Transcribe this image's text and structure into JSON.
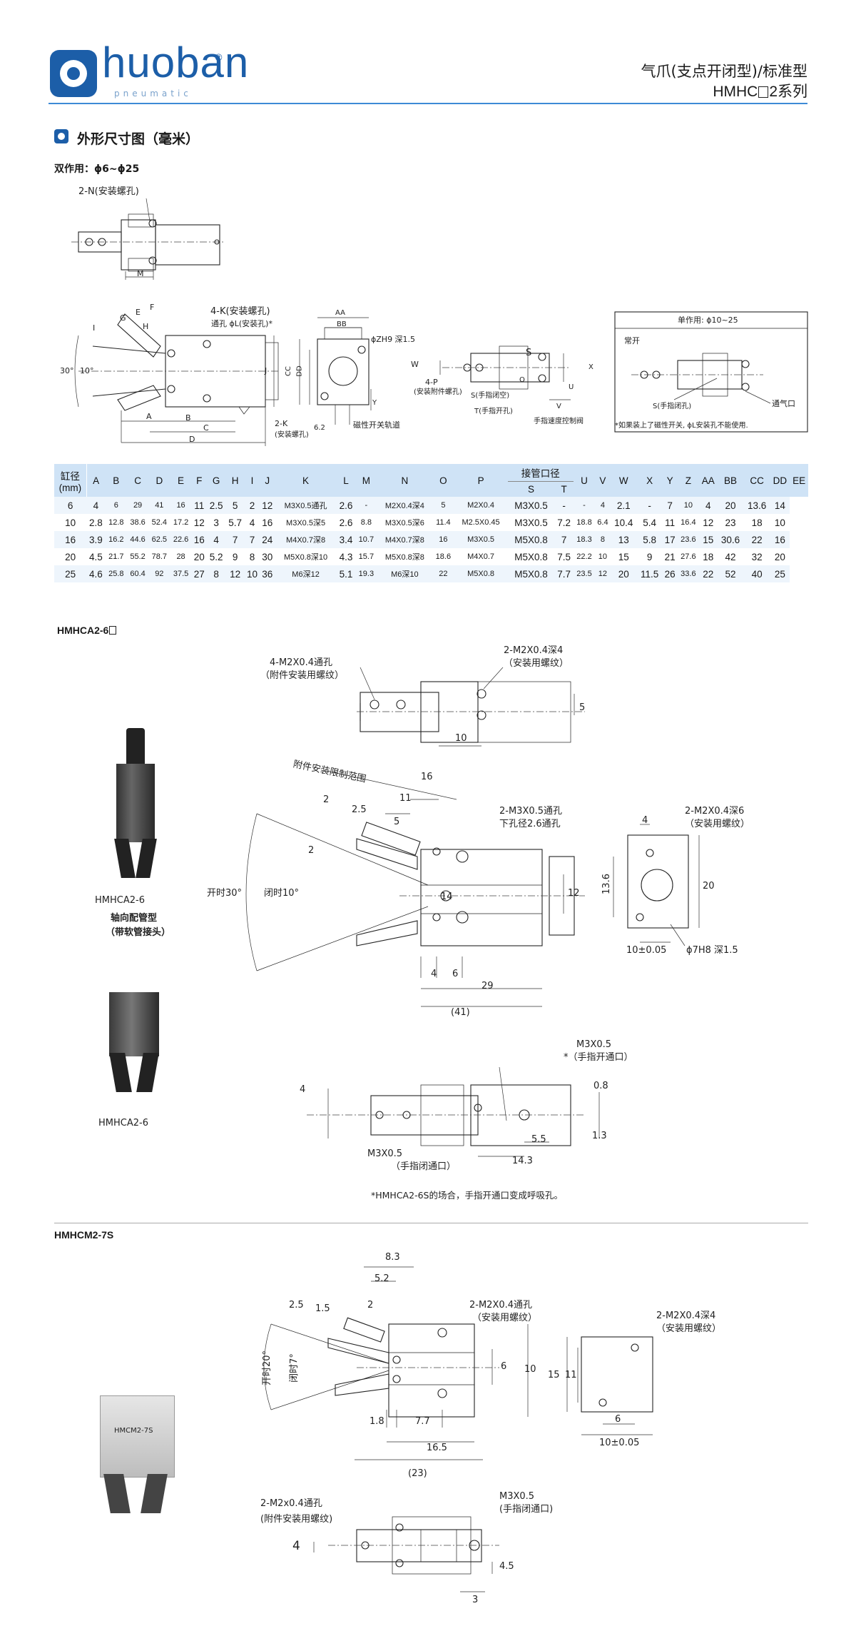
{
  "header": {
    "brand": "huoban",
    "brand_sub": "pneumatic",
    "reg_mark": "®",
    "title": "气爪(支点开闭型)/标准型",
    "series_prefix": "HMHC",
    "series_suffix": "2系列"
  },
  "section": {
    "title": "外形尺寸图（毫米）",
    "double_acting": "双作用：ϕ6~ϕ25"
  },
  "top_drawing": {
    "mount_holes": "2-N(安装螺孔)",
    "m_label": "M",
    "k_holes": "4-K(安装螺孔)",
    "l_holes": "通孔 ϕL(安装孔)*",
    "zh9": "ϕZH9 深1.5",
    "w_label": "W",
    "p_holes": "4-P",
    "p_note": "(安装附件螺孔)",
    "s_label": "S",
    "s_note": "S(手指闭空)",
    "t_note": "T(手指开孔)",
    "speed_valve": "手指速度控制阀",
    "k_left": "2-K",
    "k_left_note": "(安装螺孔)",
    "magnet": "磁性开关轨道",
    "angle_open": "30°",
    "angle_close": "10°",
    "letters": [
      "I",
      "G",
      "E",
      "F",
      "H",
      "A",
      "B",
      "C",
      "D",
      "J",
      "AA",
      "BB",
      "CC",
      "DD",
      "Y",
      "O",
      "U",
      "V",
      "X",
      "6.2"
    ],
    "single_act": "单作用: ϕ10~25",
    "normally_open": "常开",
    "s_close_hole": "S(手指闭孔)",
    "vent": "通气口",
    "note": "*如果装上了磁性开关, ϕL安装孔不能使用."
  },
  "table": {
    "bore_label": "缸径",
    "bore_unit": "(mm)",
    "port_label": "接管口径",
    "columns": [
      "A",
      "B",
      "C",
      "D",
      "E",
      "F",
      "G",
      "H",
      "I",
      "J",
      "K",
      "L",
      "M",
      "N",
      "O",
      "P",
      "S",
      "T",
      "U",
      "V",
      "W",
      "X",
      "Y",
      "Z",
      "AA",
      "BB",
      "CC",
      "DD",
      "EE"
    ],
    "rows": [
      [
        "6",
        "4",
        "6",
        "29",
        "41",
        "16",
        "11",
        "2.5",
        "5",
        "2",
        "12",
        "M3X0.5通孔",
        "2.6",
        "-",
        "M2X0.4深4",
        "5",
        "M2X0.4",
        "M3X0.5",
        "",
        "-",
        "-",
        "4",
        "2.1",
        "-",
        "7",
        "10",
        "4",
        "20",
        "13.6",
        "14"
      ],
      [
        "10",
        "2.8",
        "12.8",
        "38.6",
        "52.4",
        "17.2",
        "12",
        "3",
        "5.7",
        "4",
        "16",
        "M3X0.5深5",
        "2.6",
        "8.8",
        "M3X0.5深6",
        "11.4",
        "M2.5X0.45",
        "M3X0.5",
        "",
        "7.2",
        "18.8",
        "6.4",
        "10.4",
        "5.4",
        "11",
        "16.4",
        "12",
        "23",
        "18",
        "10"
      ],
      [
        "16",
        "3.9",
        "16.2",
        "44.6",
        "62.5",
        "22.6",
        "16",
        "4",
        "7",
        "7",
        "24",
        "M4X0.7深8",
        "3.4",
        "10.7",
        "M4X0.7深8",
        "16",
        "M3X0.5",
        "M5X0.8",
        "",
        "7",
        "18.3",
        "8",
        "13",
        "5.8",
        "17",
        "23.6",
        "15",
        "30.6",
        "22",
        "16"
      ],
      [
        "20",
        "4.5",
        "21.7",
        "55.2",
        "78.7",
        "28",
        "20",
        "5.2",
        "9",
        "8",
        "30",
        "M5X0.8深10",
        "4.3",
        "15.7",
        "M5X0.8深8",
        "18.6",
        "M4X0.7",
        "M5X0.8",
        "",
        "7.5",
        "22.2",
        "10",
        "15",
        "9",
        "21",
        "27.6",
        "18",
        "42",
        "32",
        "20"
      ],
      [
        "25",
        "4.6",
        "25.8",
        "60.4",
        "92",
        "37.5",
        "27",
        "8",
        "12",
        "10",
        "36",
        "M6深12",
        "5.1",
        "19.3",
        "M6深10",
        "22",
        "M5X0.8",
        "M5X0.8",
        "",
        "7.7",
        "23.5",
        "12",
        "20",
        "11.5",
        "26",
        "33.6",
        "22",
        "52",
        "40",
        "25"
      ]
    ]
  },
  "hmhca": {
    "heading": "HMHCA2-6",
    "photo1_caption": "HMHCA2-6",
    "photo1_sub1": "轴向配管型",
    "photo1_sub2": "（带软管接头）",
    "photo2_caption": "HMHCA2-6",
    "holes_4": "4-M2X0.4通孔",
    "holes_4_note": "（附件安装用螺纹）",
    "holes_2": "2-M2X0.4深4",
    "holes_2_note": "（安装用螺纹）",
    "d5": "5",
    "d10": "10",
    "range": "附件安装限制范围",
    "d16": "16",
    "d11": "11",
    "d2": "2",
    "d2_5": "2.5",
    "d5b": "5",
    "d2b": "2",
    "m3_thru": "2-M3X0.5通孔",
    "m3_lower": "下孔径2.6通孔",
    "open30": "开时30°",
    "close10": "闭时10°",
    "d14": "14",
    "d12": "12",
    "d4": "4",
    "d6": "6",
    "d29": "29",
    "d41": "(41)",
    "side_holes": "2-M2X0.4深6",
    "side_note": "（安装用螺纹）",
    "d4s": "4",
    "d13_6": "13.6",
    "d20": "20",
    "d10tol": "10±0.05",
    "phi7": "ϕ7H8 深1.5",
    "m3_open": "M3X0.5",
    "m3_open_note": "*（手指开通口）",
    "d0_8": "0.8",
    "d4tol": "4",
    "m3_close": "M3X0.5",
    "m3_close_note": "（手指闭通口）",
    "d5_5": "5.5",
    "d14_3": "14.3",
    "d1_3": "1.3",
    "note": "*HMHCA2-6S的场合，手指开通口变成呼吸孔。"
  },
  "hmhcm": {
    "heading": "HMHCM2-7S",
    "photo_label": "HMCM2-7S",
    "d8_3": "8.3",
    "d5_2": "5.2",
    "d2_5": "2.5",
    "d1_5": "1.5",
    "d2": "2",
    "thru": "2-M2X0.4通孔",
    "thru_note": "（安装用螺纹）",
    "open20": "开时20°",
    "close7": "闭时7°",
    "d6": "6",
    "d10": "10",
    "d1_8": "1.8",
    "d7_7": "7.7",
    "d16_5": "16.5",
    "d23": "(23)",
    "side_holes": "2-M2X0.4深4",
    "side_note": "（安装用螺纹）",
    "d15": "15",
    "d11": "11",
    "d6s": "6",
    "d10tol": "10±0.05",
    "bot_holes": "2-M2x0.4通孔",
    "bot_note": "(附件安装用螺纹)",
    "m3": "M3X0.5",
    "m3_note": "(手指闭通口)",
    "d4": "4",
    "d4_5": "4.5",
    "d3": "3"
  },
  "colors": {
    "brand_blue": "#1c5ea8",
    "rule_blue": "#3d8ad6",
    "table_head": "#cfe3f6",
    "table_stripe": "#eef5fc"
  }
}
